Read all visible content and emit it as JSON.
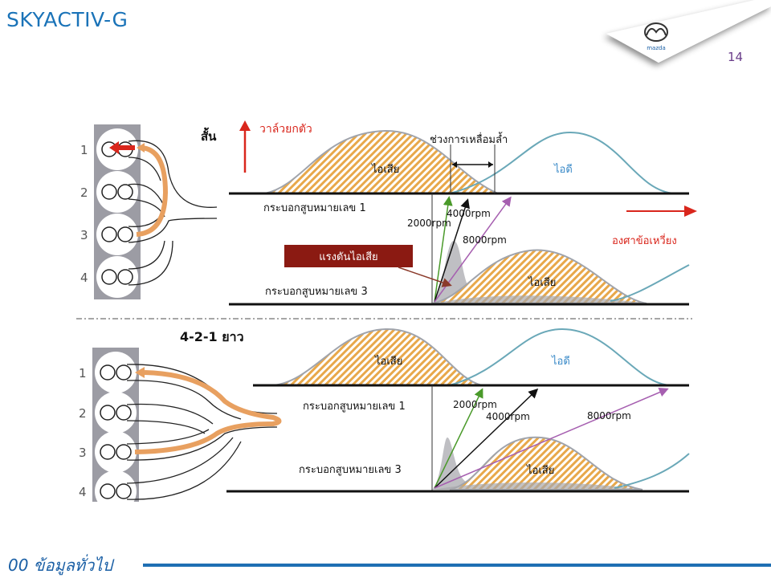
{
  "header": {
    "title": "SKYACTIV-G",
    "page_number": "14",
    "logo": "mazda-logo-icon",
    "logo_text": "mazda"
  },
  "footer": {
    "section_label": "00 ข้อมูลทั่วไป"
  },
  "diagram_top": {
    "manifold_type": "สั้น",
    "cylinder_numbers": [
      "1",
      "2",
      "3",
      "4"
    ],
    "valve_lift_label": "วาล์วยกตัว",
    "overlap_label": "ช่วงการเหลื่อมล้ำ",
    "exhaust_label": "ไอเสีย",
    "intake_label": "ไอดี",
    "cylinder1_label": "กระบอกสูบหมายเลข 1",
    "cylinder3_label": "กระบอกสูบหมายเลข 3",
    "exhaust_pressure_label": "แรงดันไอเสีย",
    "crank_angle_label": "องศาข้อเหวี่ยง",
    "rpm_labels": [
      "2000rpm",
      "4000rpm",
      "8000rpm"
    ],
    "colors": {
      "accent_red": "#d9261c",
      "pressure_box": "#8b1a12",
      "intake_curve": "#6aa8b8",
      "rpm_2000": "#4a9a2a",
      "rpm_4000": "#111111",
      "rpm_8000": "#a65fb0"
    }
  },
  "diagram_bottom": {
    "manifold_type": "4-2-1 ยาว",
    "cylinder_numbers": [
      "1",
      "2",
      "3",
      "4"
    ],
    "exhaust_label": "ไอเสีย",
    "intake_label": "ไอดี",
    "cylinder1_label": "กระบอกสูบหมายเลข 1",
    "cylinder3_label": "กระบอกสูบหมายเลข 3",
    "rpm_labels": [
      "2000rpm",
      "4000rpm",
      "8000rpm"
    ]
  }
}
